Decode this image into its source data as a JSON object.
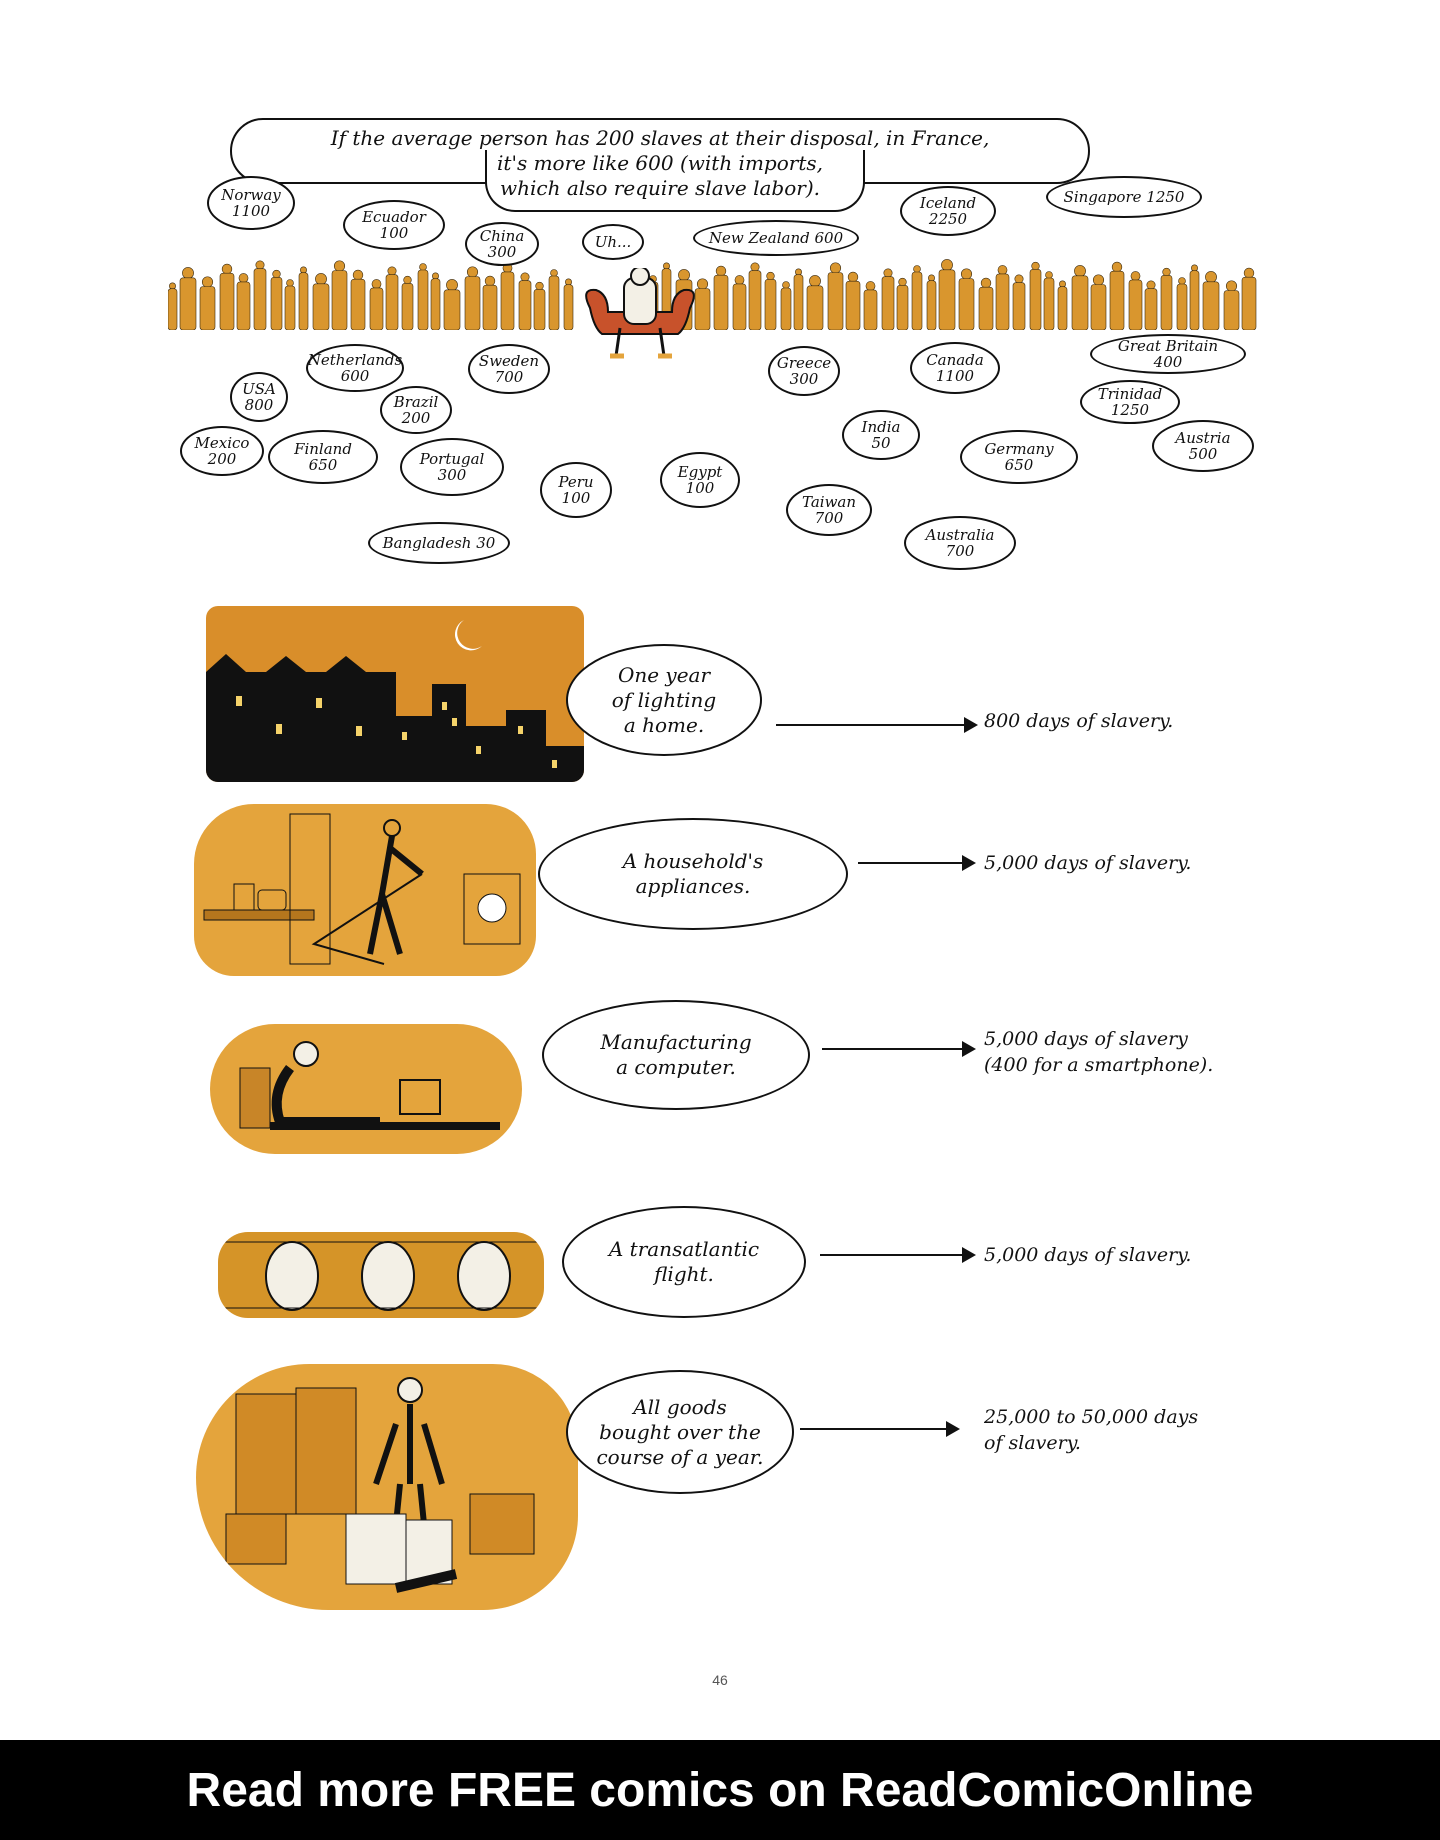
{
  "speech": {
    "main": "If the average person has 200 slaves at their disposal, in France,\nit's more like 600 (with imports,\nwhich also require slave labor)."
  },
  "character_speech": "Uh...",
  "countries": [
    {
      "text": "Norway\n1100"
    },
    {
      "text": "Ecuador\n100"
    },
    {
      "text": "China\n300"
    },
    {
      "text": "New Zealand 600"
    },
    {
      "text": "Iceland\n2250"
    },
    {
      "text": "Singapore 1250"
    },
    {
      "text": "Netherlands\n600"
    },
    {
      "text": "Sweden\n700"
    },
    {
      "text": "USA\n800"
    },
    {
      "text": "Brazil\n200"
    },
    {
      "text": "Greece\n300"
    },
    {
      "text": "Canada\n1100"
    },
    {
      "text": "Great Britain\n400"
    },
    {
      "text": "Trinidad\n1250"
    },
    {
      "text": "Mexico\n200"
    },
    {
      "text": "Finland\n650"
    },
    {
      "text": "Portugal\n300"
    },
    {
      "text": "Peru\n100"
    },
    {
      "text": "Egypt\n100"
    },
    {
      "text": "India\n50"
    },
    {
      "text": "Germany\n650"
    },
    {
      "text": "Austria\n500"
    },
    {
      "text": "Taiwan\n700"
    },
    {
      "text": "Bangladesh 30"
    },
    {
      "text": "Australia\n700"
    }
  ],
  "rows": [
    {
      "label": "One year\nof lighting\na home.",
      "result": "800 days of slavery."
    },
    {
      "label": "A household's\nappliances.",
      "result": "5,000 days of slavery."
    },
    {
      "label": "Manufacturing\na computer.",
      "result": "5,000 days of slavery\n(400 for a smartphone)."
    },
    {
      "label": "A transatlantic\nflight.",
      "result": "5,000 days of slavery."
    },
    {
      "label": "All goods\nbought over the\ncourse of a year.",
      "result": "25,000 to 50,000 days\nof slavery."
    }
  ],
  "page_number": "46",
  "banner": {
    "text": "Read more FREE comics on ReadComicOnline"
  },
  "colors": {
    "panel": "#e4a43c",
    "silhouette": "#d9962e",
    "ink": "#111111",
    "banner": "#000000"
  }
}
